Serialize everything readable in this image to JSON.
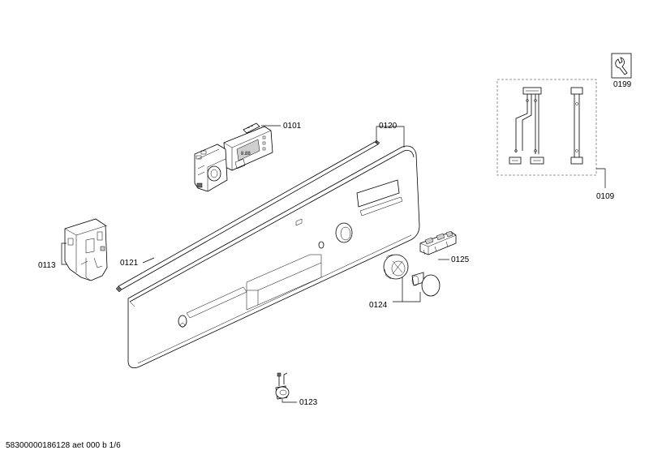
{
  "parts": [
    {
      "id": "p0101",
      "number": "0101"
    },
    {
      "id": "p0120",
      "number": "0120"
    },
    {
      "id": "p0113",
      "number": "0113"
    },
    {
      "id": "p0121",
      "number": "0121"
    },
    {
      "id": "p0124",
      "number": "0124"
    },
    {
      "id": "p0125",
      "number": "0125"
    },
    {
      "id": "p0123",
      "number": "0123"
    },
    {
      "id": "p0109",
      "number": "0109"
    },
    {
      "id": "p0199",
      "number": "0199"
    }
  ],
  "labels": {
    "p0101": "0101",
    "p0120": "0120",
    "p0113": "0113",
    "p0121": "0121",
    "p0124": "0124",
    "p0125": "0125",
    "p0123": "0123",
    "p0109": "0109",
    "p0199": "0199"
  },
  "footer": {
    "text": "58300000186128 aet 000 b 1/6"
  },
  "icon": {
    "tool_icon": "wrench-icon"
  }
}
